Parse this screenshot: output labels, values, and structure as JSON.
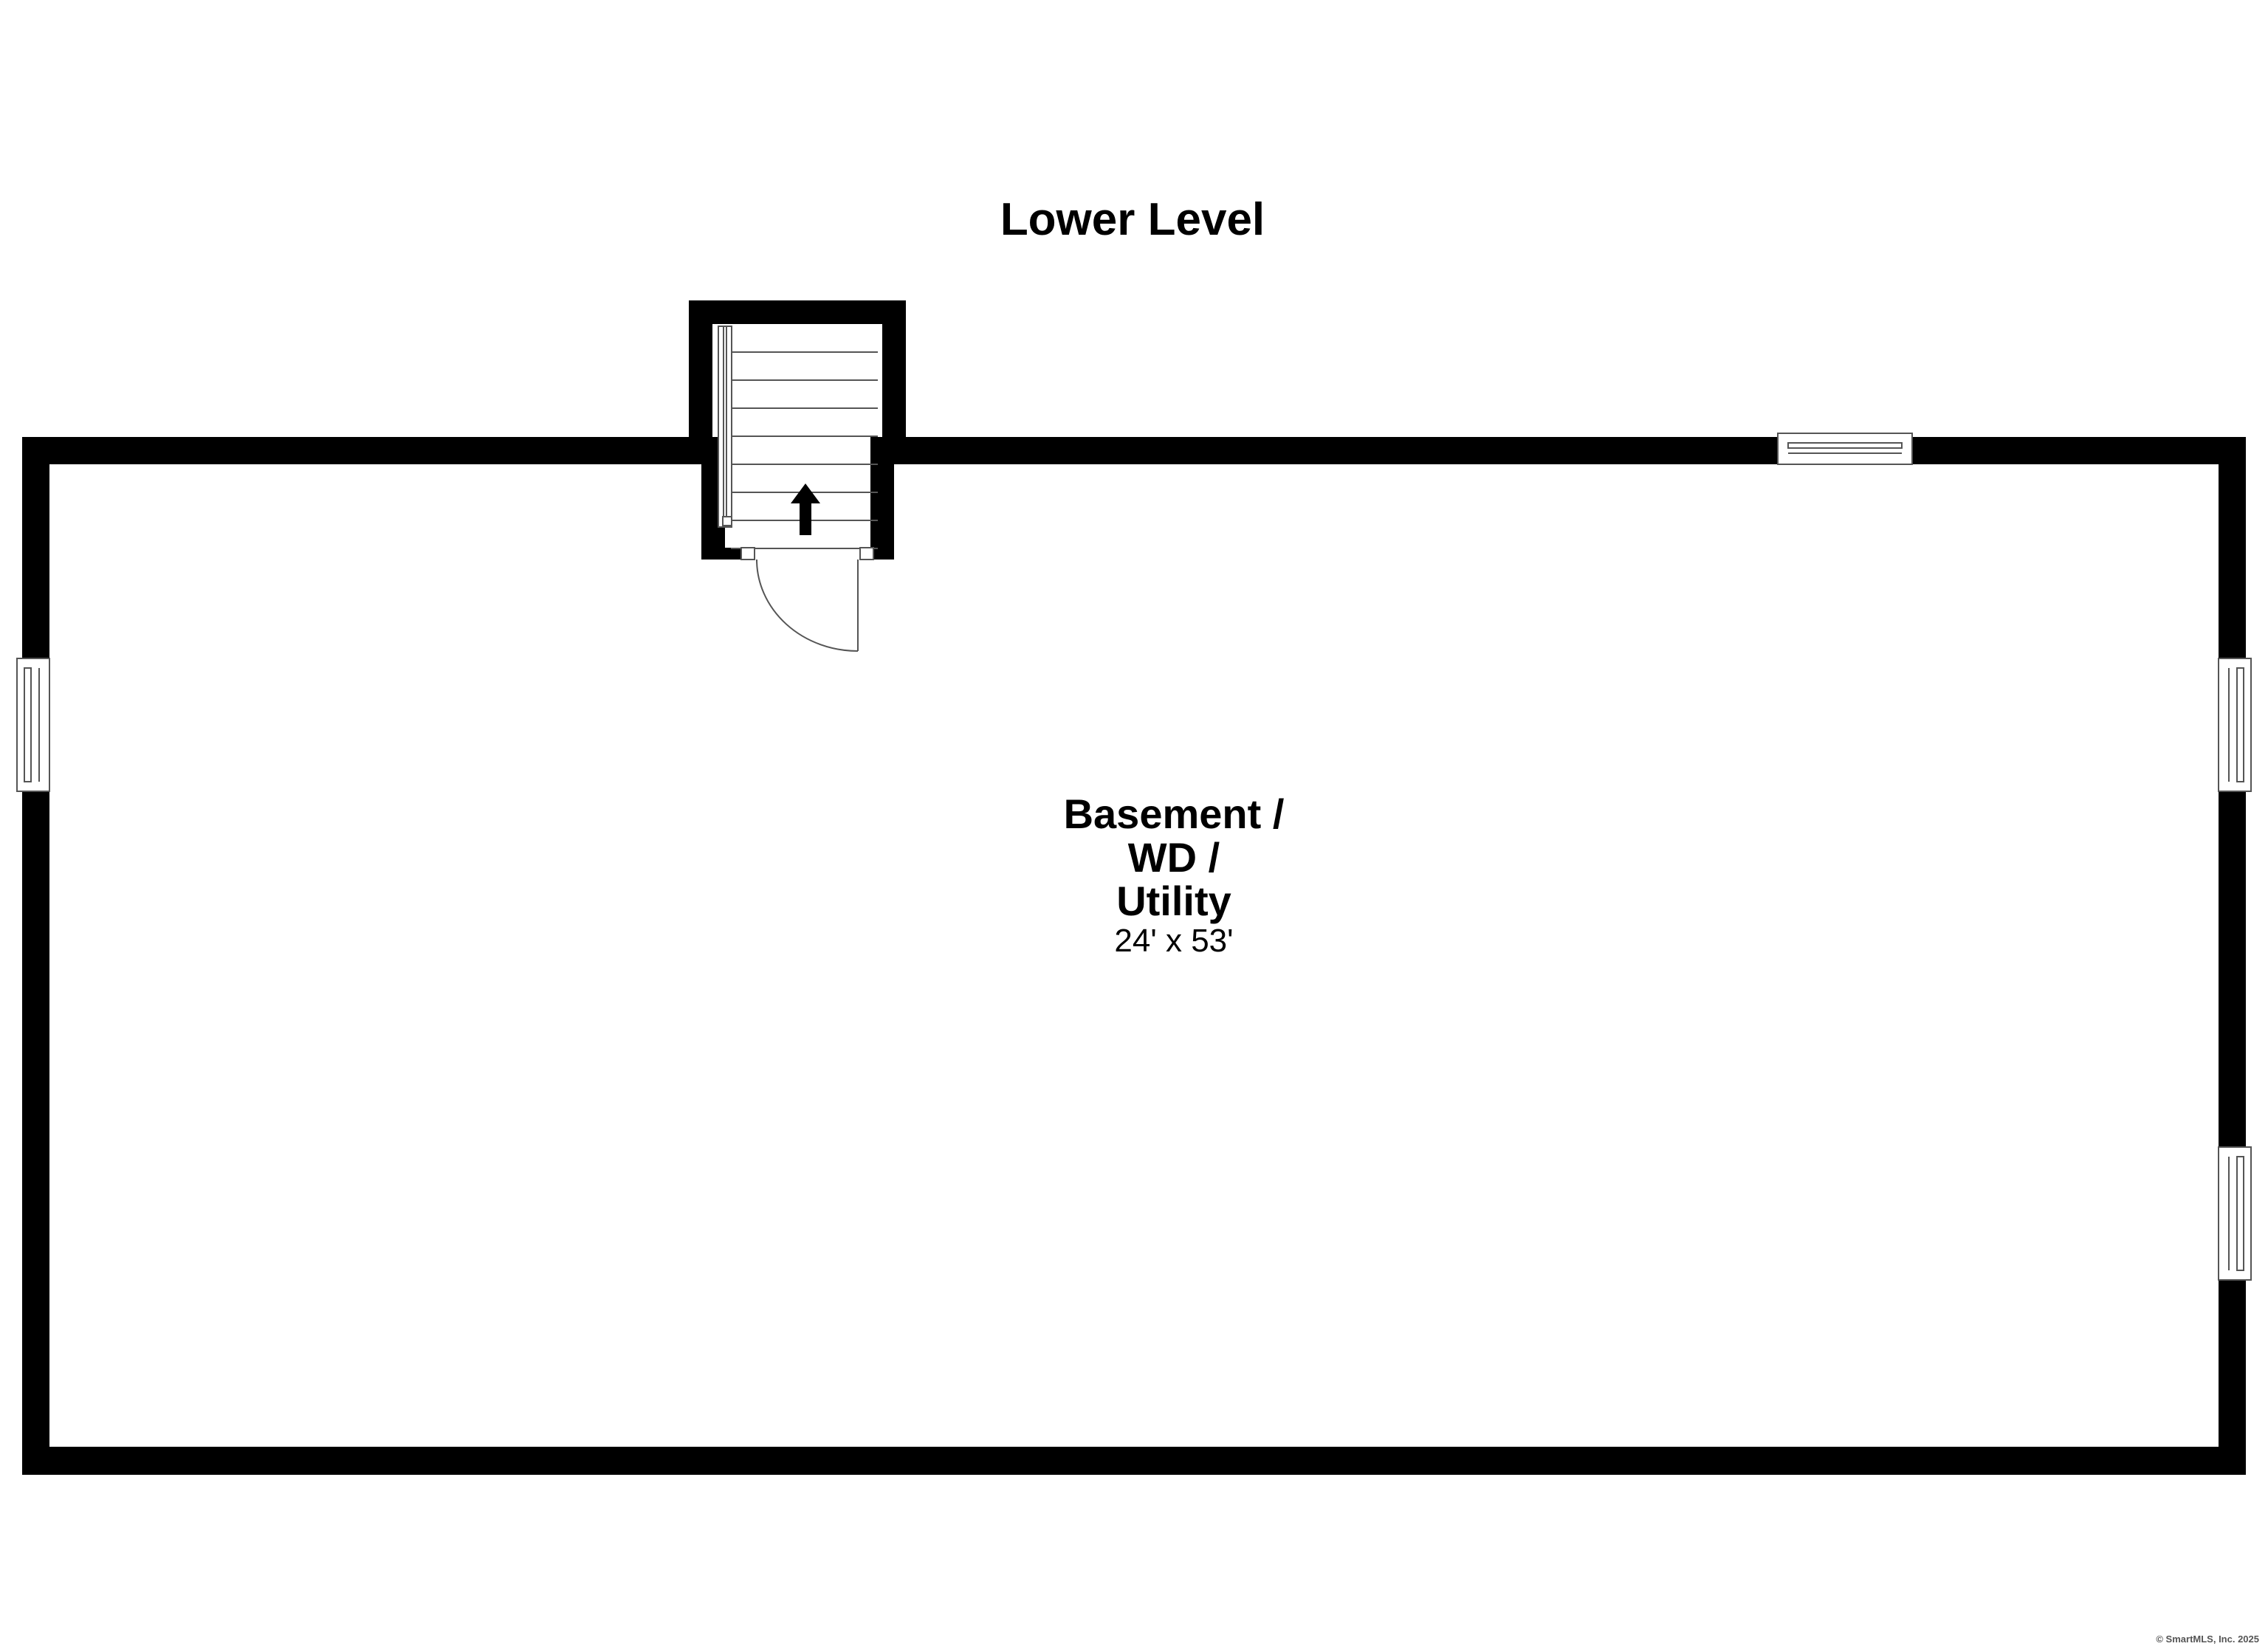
{
  "floor": {
    "title": "Lower Level"
  },
  "room": {
    "name_lines": [
      "Basement /",
      "WD /",
      "Utility"
    ],
    "dimensions": "24' x 53'"
  },
  "stairs": {
    "direction": "up",
    "icon": "arrow-up-icon"
  },
  "copyright": "© SmartMLS, Inc. 2025",
  "colors": {
    "wall": "#000000",
    "background": "#ffffff",
    "line": "#555555"
  }
}
